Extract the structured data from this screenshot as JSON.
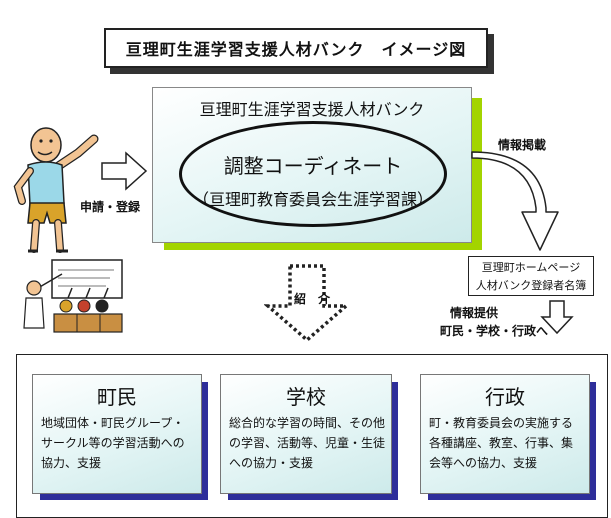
{
  "title": "亘理町生涯学習支援人材バンク　イメージ図",
  "center": {
    "header": "亘理町生涯学習支援人材バンク",
    "main": "調整コーディネート",
    "sub": "（亘理町教育委員会生涯学習課）"
  },
  "labels": {
    "apply": "申請・登録",
    "publish": "情報掲載",
    "introduce": "紹　介",
    "provide": "情報提供",
    "provide_to": "町民・学校・行政へ"
  },
  "homepage": {
    "line1": "亘理町ホームページ",
    "line2": "人材バンク登録者名簿"
  },
  "cards": [
    {
      "title": "町民",
      "text": "地域団体・町民グループ・サークル等の学習活動への協力、支援"
    },
    {
      "title": "学校",
      "text": "総合的な学習の時間、その他の学習、活動等、児童・生徒への協力・支援"
    },
    {
      "title": "行政",
      "text": "町・教育委員会の実施する各種講座、教室、行事、集会等への協力、支援"
    }
  ],
  "colors": {
    "accent_shadow": "#a3d400",
    "card_shadow": "#2e2e9a",
    "panel_tint": "#cdeaea"
  }
}
